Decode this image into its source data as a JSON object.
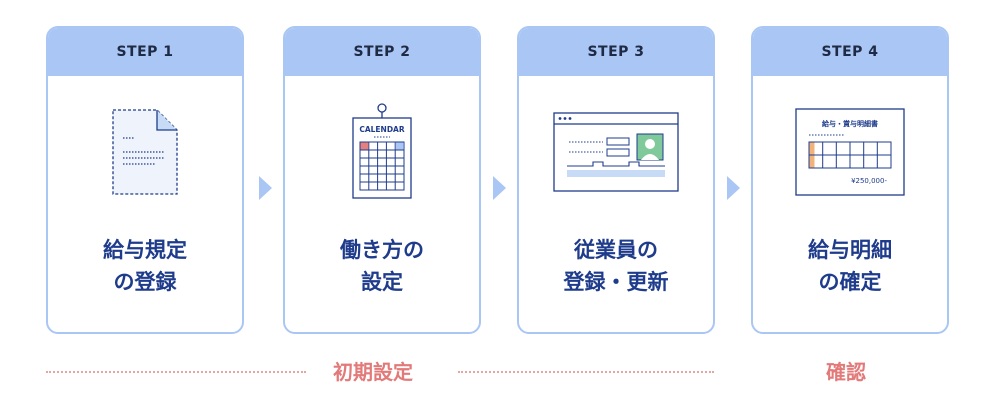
{
  "steps": [
    {
      "label": "STEP 1",
      "title_line1": "給与規定",
      "title_line2": "の登録"
    },
    {
      "label": "STEP 2",
      "title_line1": "働き方の",
      "title_line2": "設定",
      "calendar_label": "CALENDAR"
    },
    {
      "label": "STEP 3",
      "title_line1": "従業員の",
      "title_line2": "登録・更新"
    },
    {
      "label": "STEP 4",
      "title_line1": "給与明細",
      "title_line2": "の確定",
      "payslip_heading": "給与・賞与明細書",
      "payslip_amount": "¥250,000-"
    }
  ],
  "phases": [
    {
      "label": "初期設定"
    },
    {
      "label": "確認"
    }
  ],
  "colors": {
    "card_border": "#a9c6f5",
    "title_text": "#1f3c8c",
    "phase_text": "#e37a7a",
    "dotted_line": "#e8a3a3",
    "accent_red": "#e58080",
    "accent_orange": "#f2b37a",
    "accent_green": "#7fc99a"
  }
}
